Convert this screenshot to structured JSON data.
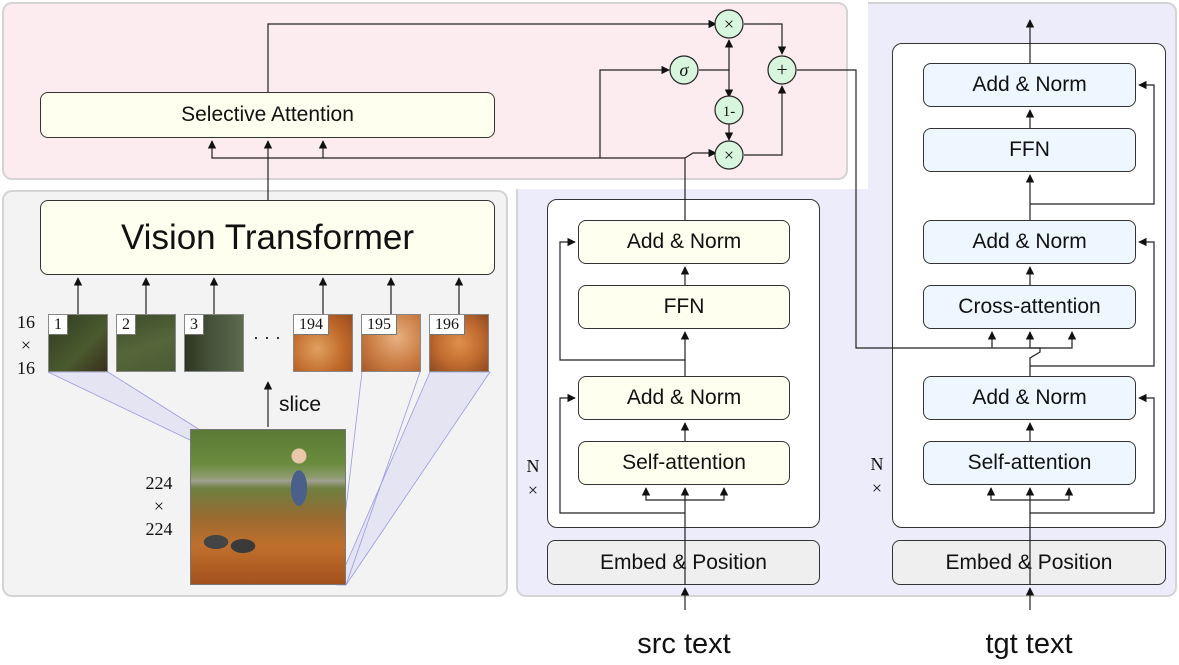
{
  "selective_attention": {
    "label": "Selective Attention"
  },
  "vision_transformer": {
    "label": "Vision Transformer"
  },
  "patches": {
    "labels": [
      "1",
      "2",
      "3",
      "194",
      "195",
      "196"
    ],
    "ellipsis": "· · ·",
    "size": {
      "top": "16",
      "times": "×",
      "bottom": "16"
    }
  },
  "image": {
    "slice_label": "slice",
    "size": {
      "top": "224",
      "times": "×",
      "bottom": "224"
    }
  },
  "encoder": {
    "add_norm_top": "Add & Norm",
    "ffn": "FFN",
    "add_norm_bottom": "Add & Norm",
    "self_attention": "Self-attention",
    "repeat": {
      "n": "N",
      "times": "×"
    },
    "embed": "Embed & Position",
    "input_label": "src text"
  },
  "decoder": {
    "add_norm_top": "Add & Norm",
    "ffn": "FFN",
    "add_norm_mid": "Add & Norm",
    "cross_attention": "Cross-attention",
    "add_norm_bottom": "Add & Norm",
    "self_attention": "Self-attention",
    "repeat": {
      "n": "N",
      "times": "×"
    },
    "embed": "Embed & Position",
    "input_label": "tgt text"
  },
  "gate": {
    "sigma": "σ",
    "one_minus": "1-",
    "times": "×",
    "plus": "+"
  }
}
